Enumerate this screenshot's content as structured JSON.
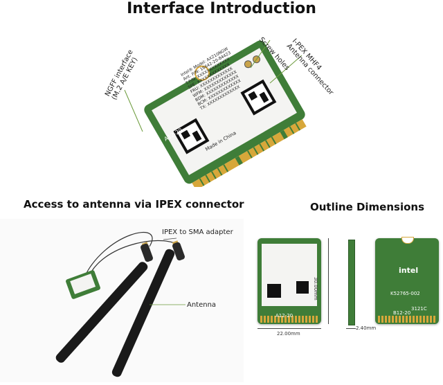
{
  "title": "Interface Introduction",
  "callouts": {
    "screw_holes": "Screw holes",
    "ipex_line1": "I-PEX MHF4",
    "ipex_line2": "Antenna connector",
    "ngff_line1": "NGFF interface",
    "ngff_line2": "(M.2 A/E KEY)"
  },
  "card": {
    "label_line1": "Intel® Model: AX210NGW",
    "label_line2": "Ant. P/N: 16642-20-84423",
    "label_lines": [
      "T.P/N: XXXXXXXXXXXXX",
      "SPE: XXXXXXXXXXXXX",
      "FRU: XXXXXXXXXXXXX",
      "WFM: XXXXXXXXXXXXX",
      "BDM: XXXXXXXXXXXXX",
      "BCM: XXXXXXXXXXXXX",
      "TX: XXXXXXXXXXXXX"
    ],
    "made_in": "Made in China",
    "edge_code": "A12-20"
  },
  "section_left": {
    "heading": "Access to antenna via IPEX connector",
    "adapter_label": "IPEX to SMA adapter",
    "antenna_label": "Antenna"
  },
  "section_right": {
    "heading": "Outline Dimensions",
    "height_dim": "30.00mm",
    "width_dim": "22.00mm",
    "thickness_dim": "2.40mm",
    "back_brand": "intel",
    "back_model": "K52765-002",
    "back_code": "3121C",
    "back_edge": "B12-20"
  },
  "colors": {
    "pcb_green": "#3f7d38",
    "gold_contacts": "#d7a73a",
    "antenna_black": "#1a1a1a",
    "callout_line": "#6a9a3a"
  }
}
